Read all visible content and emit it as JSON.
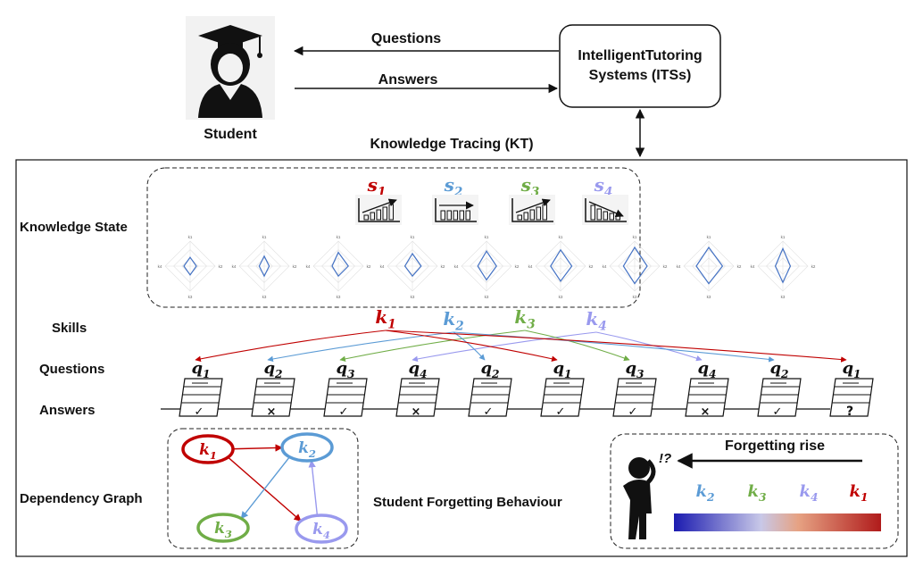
{
  "top": {
    "student_label": "Student",
    "questions_arrow_label": "Questions",
    "answers_arrow_label": "Answers",
    "its_label_line1": "IntelligentTutoring",
    "its_label_line2": "Systems (ITSs)",
    "kt_label": "Knowledge Tracing (KT)"
  },
  "row_labels": {
    "knowledge_state": "Knowledge State",
    "skills": "Skills",
    "questions": "Questions",
    "answers": "Answers",
    "dependency_graph": "Dependency Graph",
    "forgetting_behaviour": "Student Forgetting Behaviour"
  },
  "skill_colors": {
    "k1": "#c00000",
    "k2": "#5b9bd5",
    "k3": "#70ad47",
    "k4": "#9999ee"
  },
  "knowledge_state": {
    "states": [
      {
        "base": "s",
        "sub": "1",
        "color": "#c00000",
        "trend": "up"
      },
      {
        "base": "s",
        "sub": "2",
        "color": "#5b9bd5",
        "trend": "flat"
      },
      {
        "base": "s",
        "sub": "3",
        "color": "#70ad47",
        "trend": "up"
      },
      {
        "base": "s",
        "sub": "4",
        "color": "#9999ee",
        "trend": "down"
      }
    ],
    "radar_axis_labels": [
      "k1",
      "k2",
      "k3",
      "k4"
    ],
    "radar_levels": [
      [
        0.35,
        0.25,
        0.35,
        0.25
      ],
      [
        0.4,
        0.2,
        0.4,
        0.2
      ],
      [
        0.55,
        0.4,
        0.4,
        0.25
      ],
      [
        0.5,
        0.35,
        0.4,
        0.3
      ],
      [
        0.6,
        0.4,
        0.55,
        0.35
      ],
      [
        0.65,
        0.45,
        0.6,
        0.4
      ],
      [
        0.75,
        0.5,
        0.7,
        0.45
      ],
      [
        0.75,
        0.55,
        0.7,
        0.5
      ],
      [
        0.7,
        0.3,
        0.65,
        0.3
      ]
    ]
  },
  "skills": [
    {
      "base": "k",
      "sub": "1",
      "color": "#c00000"
    },
    {
      "base": "k",
      "sub": "2",
      "color": "#5b9bd5"
    },
    {
      "base": "k",
      "sub": "3",
      "color": "#70ad47"
    },
    {
      "base": "k",
      "sub": "4",
      "color": "#9999ee"
    }
  ],
  "sequence": [
    {
      "q": "1",
      "answer": "✓"
    },
    {
      "q": "2",
      "answer": "×"
    },
    {
      "q": "3",
      "answer": "✓"
    },
    {
      "q": "4",
      "answer": "×"
    },
    {
      "q": "2",
      "answer": "✓"
    },
    {
      "q": "1",
      "answer": "✓"
    },
    {
      "q": "3",
      "answer": "✓"
    },
    {
      "q": "4",
      "answer": "×"
    },
    {
      "q": "2",
      "answer": "✓"
    },
    {
      "q": "1",
      "answer": "?"
    }
  ],
  "dependency_graph": {
    "nodes": [
      {
        "base": "k",
        "sub": "1",
        "color": "#c00000"
      },
      {
        "base": "k",
        "sub": "2",
        "color": "#5b9bd5"
      },
      {
        "base": "k",
        "sub": "3",
        "color": "#70ad47"
      },
      {
        "base": "k",
        "sub": "4",
        "color": "#9999ee"
      }
    ],
    "edges": [
      {
        "from": "k1",
        "to": "k2",
        "color": "#c00000"
      },
      {
        "from": "k1",
        "to": "k4",
        "color": "#c00000"
      },
      {
        "from": "k2",
        "to": "k3",
        "color": "#5b9bd5"
      },
      {
        "from": "k4",
        "to": "k2",
        "color": "#9999ee"
      }
    ]
  },
  "forgetting": {
    "label": "Forgetting  rise",
    "ordered_skills": [
      {
        "base": "k",
        "sub": "2",
        "color": "#5b9bd5"
      },
      {
        "base": "k",
        "sub": "3",
        "color": "#70ad47"
      },
      {
        "base": "k",
        "sub": "4",
        "color": "#9999ee"
      },
      {
        "base": "k",
        "sub": "1",
        "color": "#c00000"
      }
    ],
    "gradient_colors": [
      "#1b1bb0",
      "#c8c8e8",
      "#e6a283",
      "#b01b1b"
    ],
    "confused_mark": "!?"
  }
}
